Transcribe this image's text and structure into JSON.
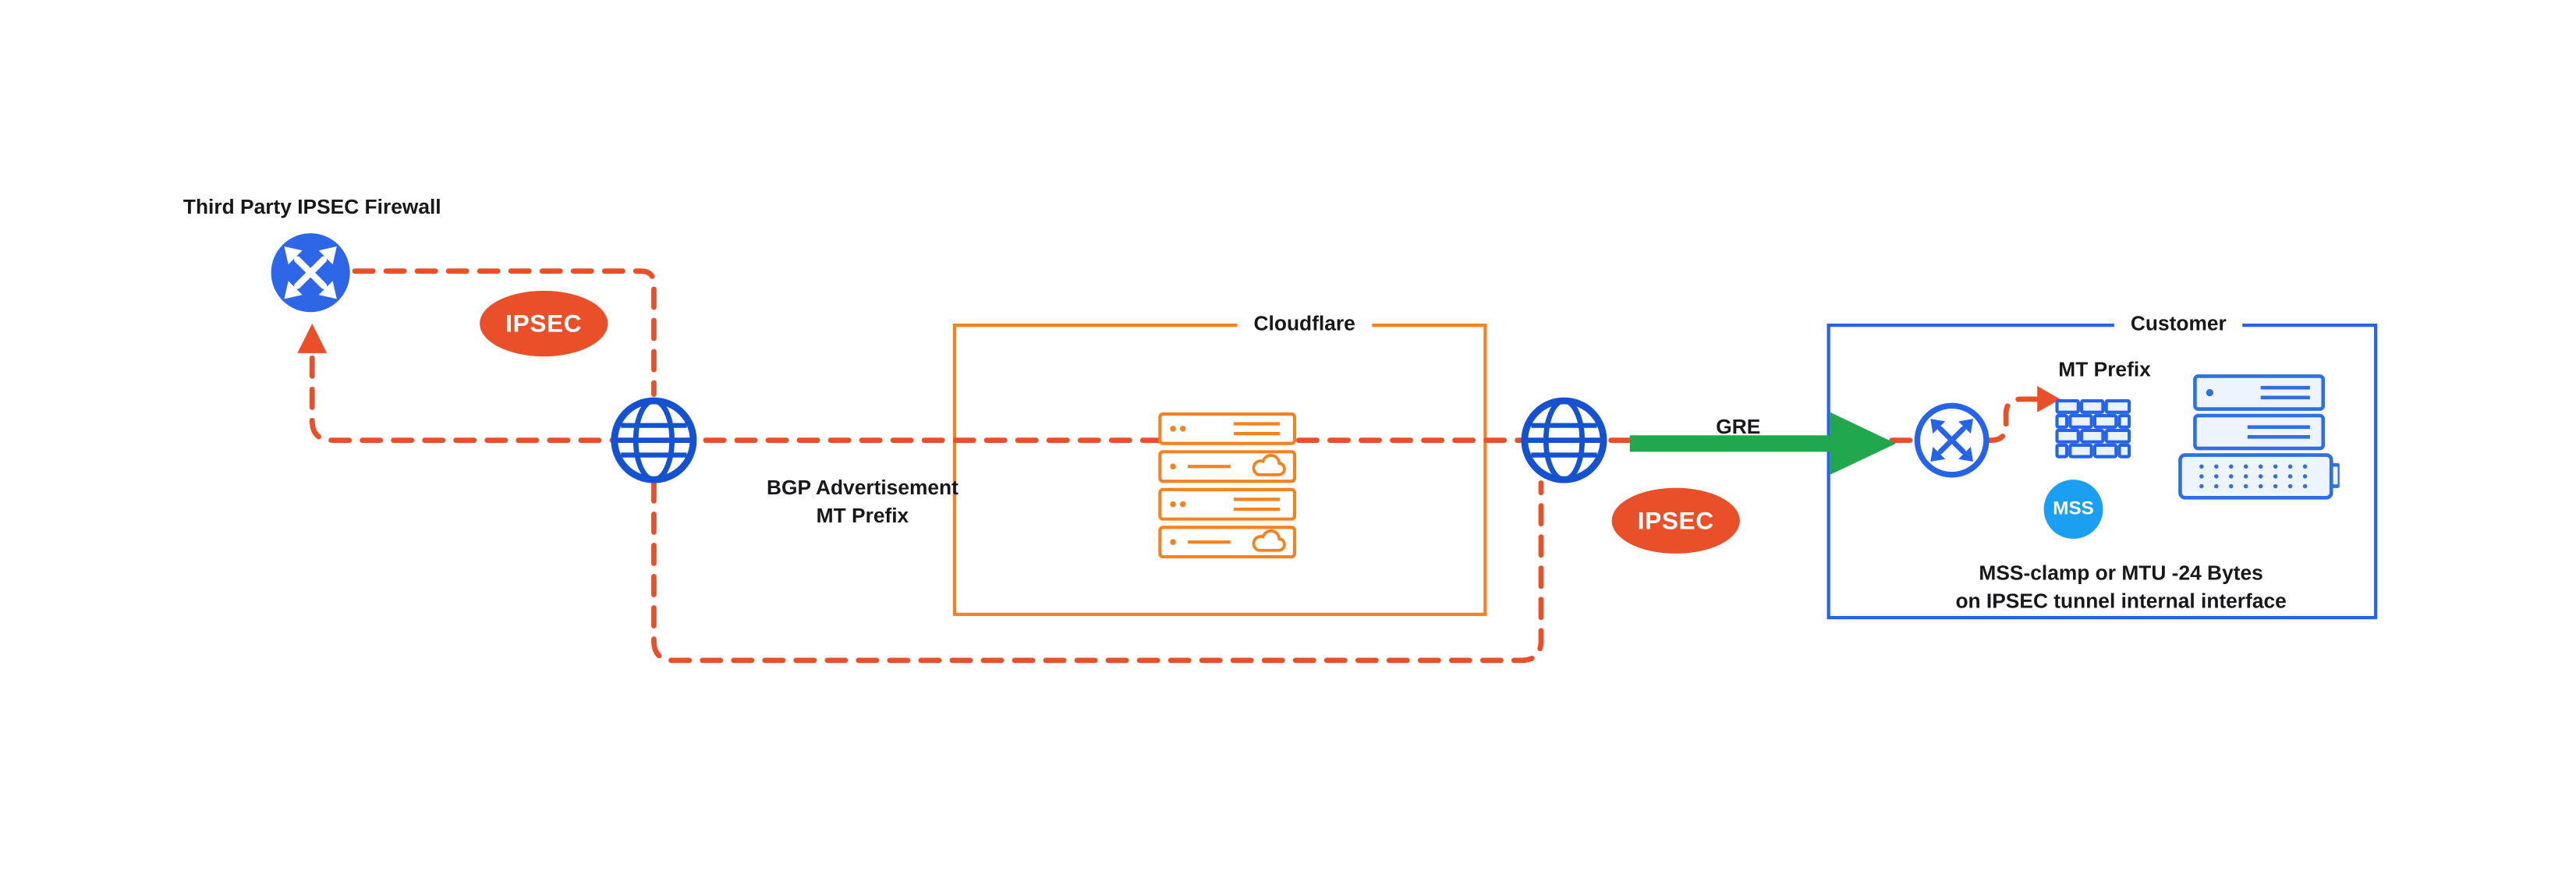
{
  "colors": {
    "tunnel_dash": "#E9502A",
    "ipsec_badge": "#E9502A",
    "cloudflare_orange": "#F6821F",
    "globe_blue": "#1552D0",
    "router_blue": "#2E66E8",
    "customer_blue": "#2563EB",
    "gre_green": "#22A84C",
    "mss_blue": "#1B9FF2",
    "text": "#17171C",
    "background": "#FFFFFF"
  },
  "nodes": {
    "third_party_firewall_label": "Third Party IPSEC Firewall",
    "cloudflare_box_label": "Cloudflare",
    "customer_box_label": "Customer"
  },
  "labels": {
    "ipsec_left_badge": "IPSEC",
    "ipsec_right_badge": "IPSEC",
    "bgp_line1": "BGP Advertisement",
    "bgp_line2": "MT Prefix",
    "gre": "GRE",
    "mt_prefix": "MT Prefix",
    "mss_badge": "MSS",
    "mss_note_line1": "MSS-clamp or MTU -24 Bytes",
    "mss_note_line2": "on IPSEC tunnel internal interface"
  },
  "icons": {
    "third_party_router": "router-icon",
    "internet_left": "globe-icon",
    "internet_right": "globe-icon",
    "cloudflare_servers": "server-stack-icon",
    "customer_router": "router-icon",
    "customer_firewall": "firewall-icon",
    "customer_servers": "server-rack-icon",
    "gre_arrow": "green-arrow-right",
    "up_arrow": "orange-arrow-up"
  }
}
